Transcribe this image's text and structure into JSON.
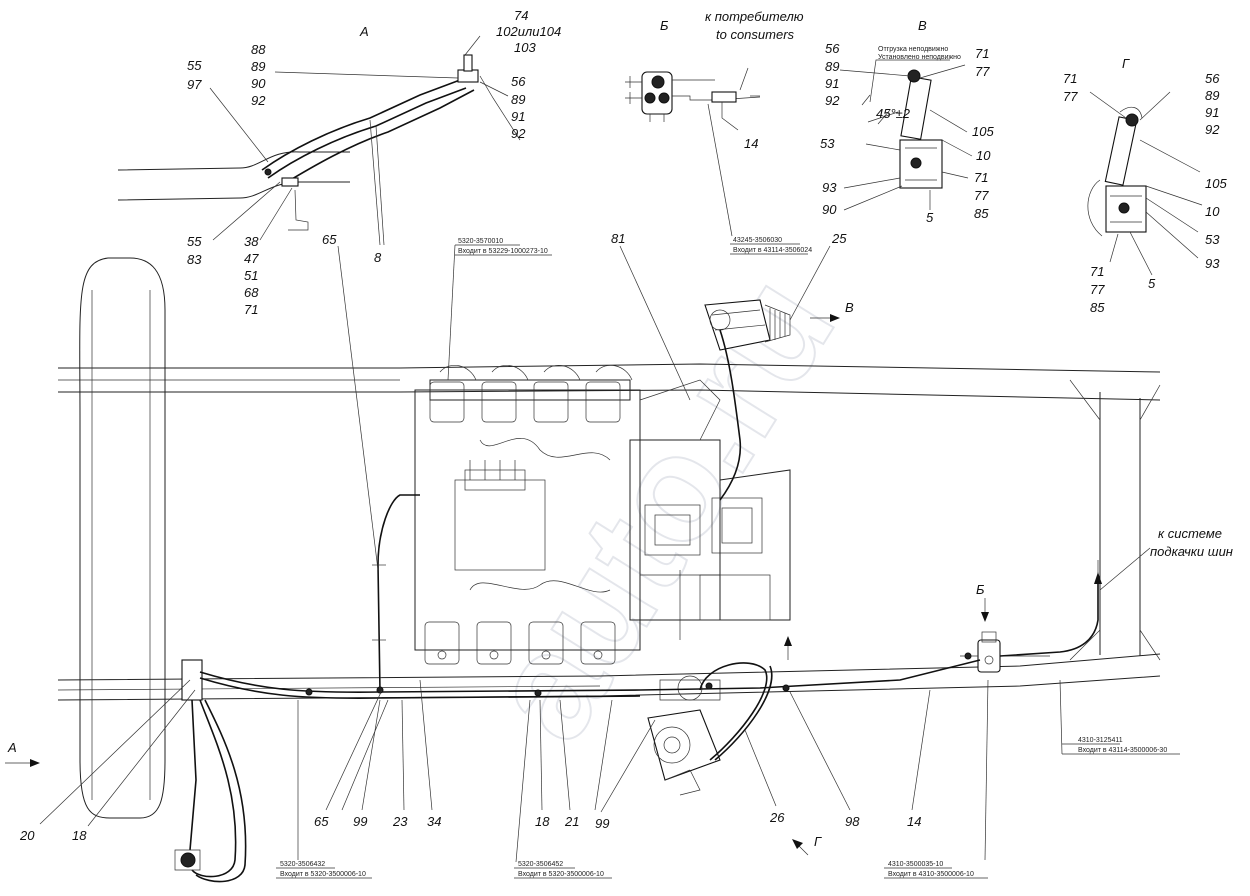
{
  "views": {
    "A": "А",
    "B": "Б",
    "V": "В",
    "G": "Г"
  },
  "notes": {
    "consumers_ru": "к потребителю",
    "consumers_en": "to consumers",
    "tire_ru_1": "к системе",
    "tire_ru_2": "подкачки шин"
  },
  "angle": "45°±2",
  "view_A_labels": {
    "l55": "55",
    "l97": "97",
    "l88": "88",
    "l89": "89",
    "l90": "90",
    "l92": "92",
    "l74": "74",
    "l102": "102или104",
    "l103": "103",
    "r56": "56",
    "r89": "89",
    "r91": "91",
    "r92": "92",
    "b55": "55",
    "b83": "83",
    "b38": "38",
    "b47": "47",
    "b51": "51",
    "b68": "68",
    "b71": "71",
    "b8": "8"
  },
  "view_B_labels": {
    "l14": "14"
  },
  "view_V_labels": {
    "l56": "56",
    "l89": "89",
    "l91": "91",
    "l92": "92",
    "l71": "71",
    "l77": "77",
    "l105": "105",
    "l53": "53",
    "l10": "10",
    "l71b": "71",
    "l77b": "77",
    "l85": "85",
    "l93": "93",
    "l90": "90",
    "l5": "5"
  },
  "view_G_labels": {
    "l71": "71",
    "l77": "77",
    "l56": "56",
    "l89": "89",
    "l91": "91",
    "l92": "92",
    "l105": "105",
    "l10": "10",
    "l53": "53",
    "l93": "93",
    "l5": "5",
    "b71": "71",
    "b77": "77",
    "b85": "85"
  },
  "main_labels": {
    "l65top": "65",
    "l81": "81",
    "l25": "25",
    "l20": "20",
    "l18": "18",
    "l65": "65",
    "l99": "99",
    "l23": "23",
    "l34": "34",
    "l18b": "18",
    "l21": "21",
    "l99b": "99",
    "l26": "26",
    "l98": "98",
    "l14": "14"
  },
  "ref_notes": {
    "r1a": "5320-3570010",
    "r1b": "Входит в 53229-1000273-10",
    "r2a": "43245-3506030",
    "r2b": "Входит в 43114-3506024",
    "r3a": "4310-3125411",
    "r3b": "Входит в 43114-3500006-30",
    "r4a": "5320-3506432",
    "r4b": "Входит в 5320-3500006-10",
    "r5a": "5320-3506452",
    "r5b": "Входит в 5320-3500006-10",
    "r6a": "4310-3500035-10",
    "r6b": "Входит в 4310-3500006-10"
  },
  "watermark": "auto.ru"
}
